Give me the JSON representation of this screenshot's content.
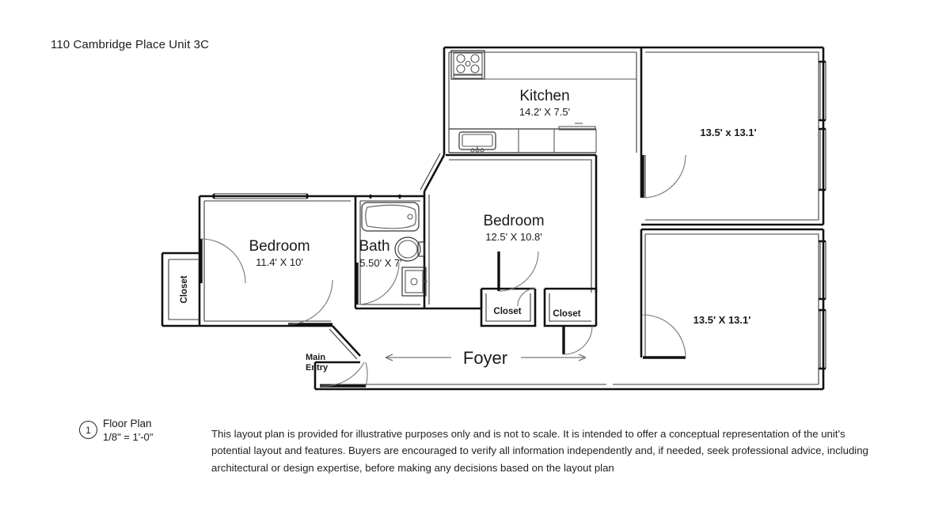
{
  "title": "110 Cambridge Place Unit 3C",
  "rooms": [
    {
      "id": "kitchen",
      "name": "Kitchen",
      "dim": "14.2' X 7.5'"
    },
    {
      "id": "bedroom_main",
      "name": "Bedroom",
      "dim": "12.5' X 10.8'"
    },
    {
      "id": "bedroom_left",
      "name": "Bedroom",
      "dim": "11.4' X 10'"
    },
    {
      "id": "bath",
      "name": "Bath",
      "dim": "5.50' X 7'"
    },
    {
      "id": "room_upper_right",
      "name": "",
      "dim": "13.5' x 13.1'"
    },
    {
      "id": "room_lower_right",
      "name": "",
      "dim": "13.5' X 13.1'"
    }
  ],
  "labels": {
    "closet_left": "Closet",
    "closet_mid_1": "Closet",
    "closet_mid_2": "Closet",
    "main_entry_line1": "Main",
    "main_entry_line2": "Entry",
    "foyer": "Foyer"
  },
  "legend": {
    "marker": "1",
    "name": "Floor Plan",
    "scale": "1/8\" = 1'-0\""
  },
  "disclaimer": "This layout plan is provided for illustrative purposes only and is not to scale. It is intended to offer a conceptual representation of the unit's potential layout and features. Buyers are encouraged to verify all information independently and, if needed, seek professional advice, including architectural or design expertise, before making any decisions based on the layout plan",
  "colors": {
    "background": "#ffffff",
    "wall": "#111111",
    "text": "#1a1a1a",
    "swing": "#777777"
  }
}
